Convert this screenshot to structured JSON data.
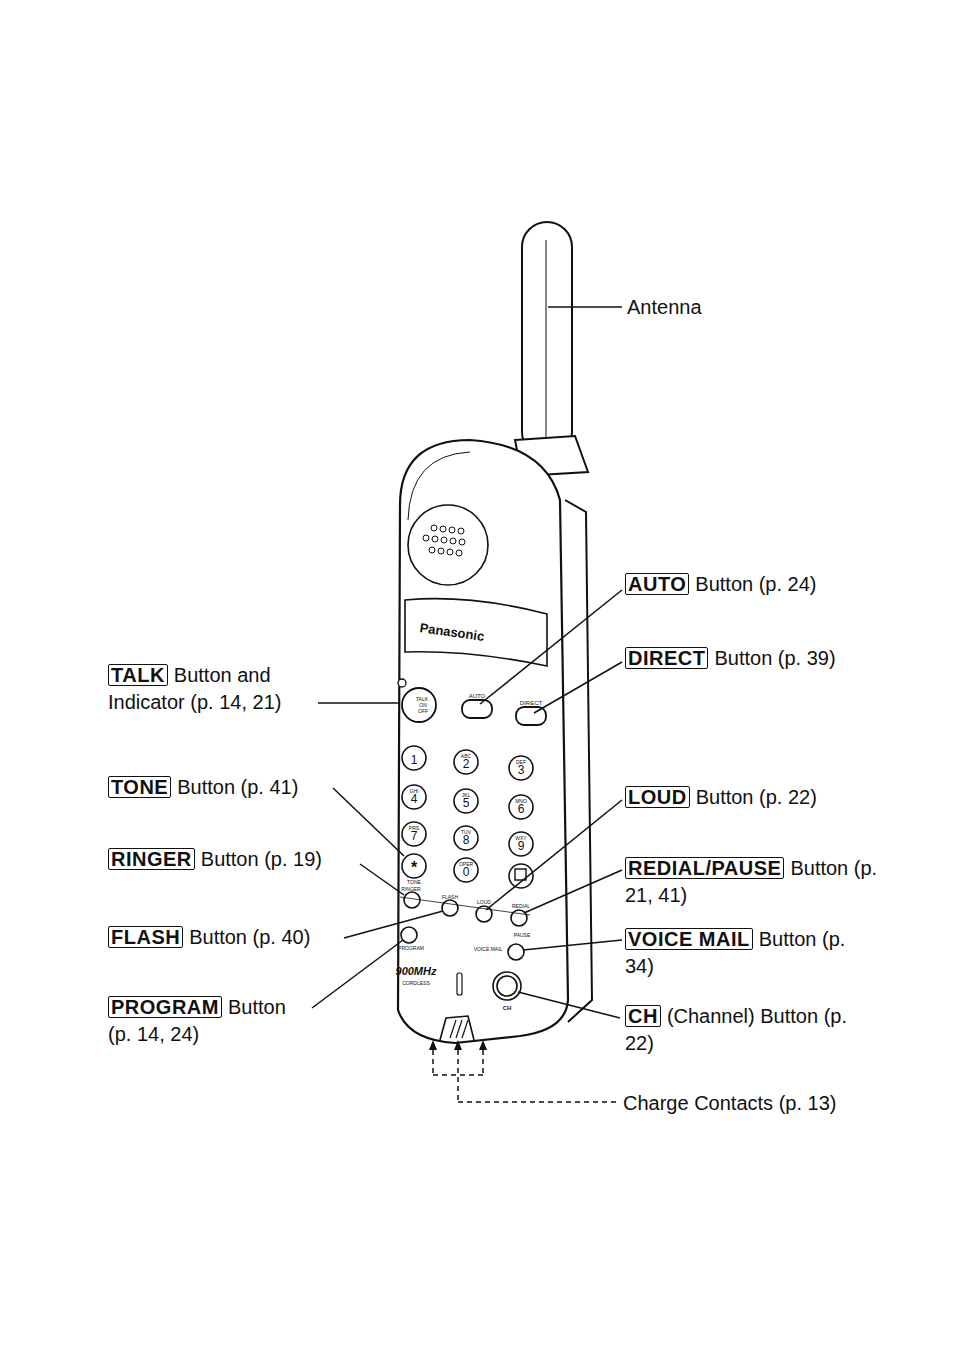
{
  "diagram": {
    "labels": [
      "Antenna",
      "AUTO",
      "Button (p. 24)",
      "DIRECT",
      "Button (p. 39)",
      "TALK",
      "Button and Indicator (p. 14, 21)",
      "TONE",
      "Button (p. 41)",
      "RINGER",
      "Button (p. 19)",
      "FLASH",
      "Button (p. 40)",
      "PROGRAM",
      "Button (p. 14, 24)",
      "LOUD",
      "Button (p. 22)",
      "REDIAL/PAUSE",
      "Button (p. 21, 41)",
      "VOICE MAIL",
      "Button (p. 34)",
      "CH",
      "(Channel) Button (p. 22)",
      "Charge Contacts (p. 13)",
      "Panasonic",
      "AUTO",
      "DIRECT",
      "TALK",
      "ON",
      "OFF",
      "1",
      "ABC",
      "2",
      "DEF",
      "3",
      "GHI",
      "4",
      "JKL",
      "5",
      "MNO",
      "6",
      "PRS",
      "7",
      "TUV",
      "8",
      "WXY",
      "9",
      "*",
      "OPER",
      "0",
      "TONE",
      "RINGER",
      "FLASH",
      "LOUD",
      "REDIAL",
      "PAUSE",
      "PROGRAM",
      "VOICE MAIL",
      "900MHz",
      "CORDLESS",
      "CH"
    ]
  }
}
